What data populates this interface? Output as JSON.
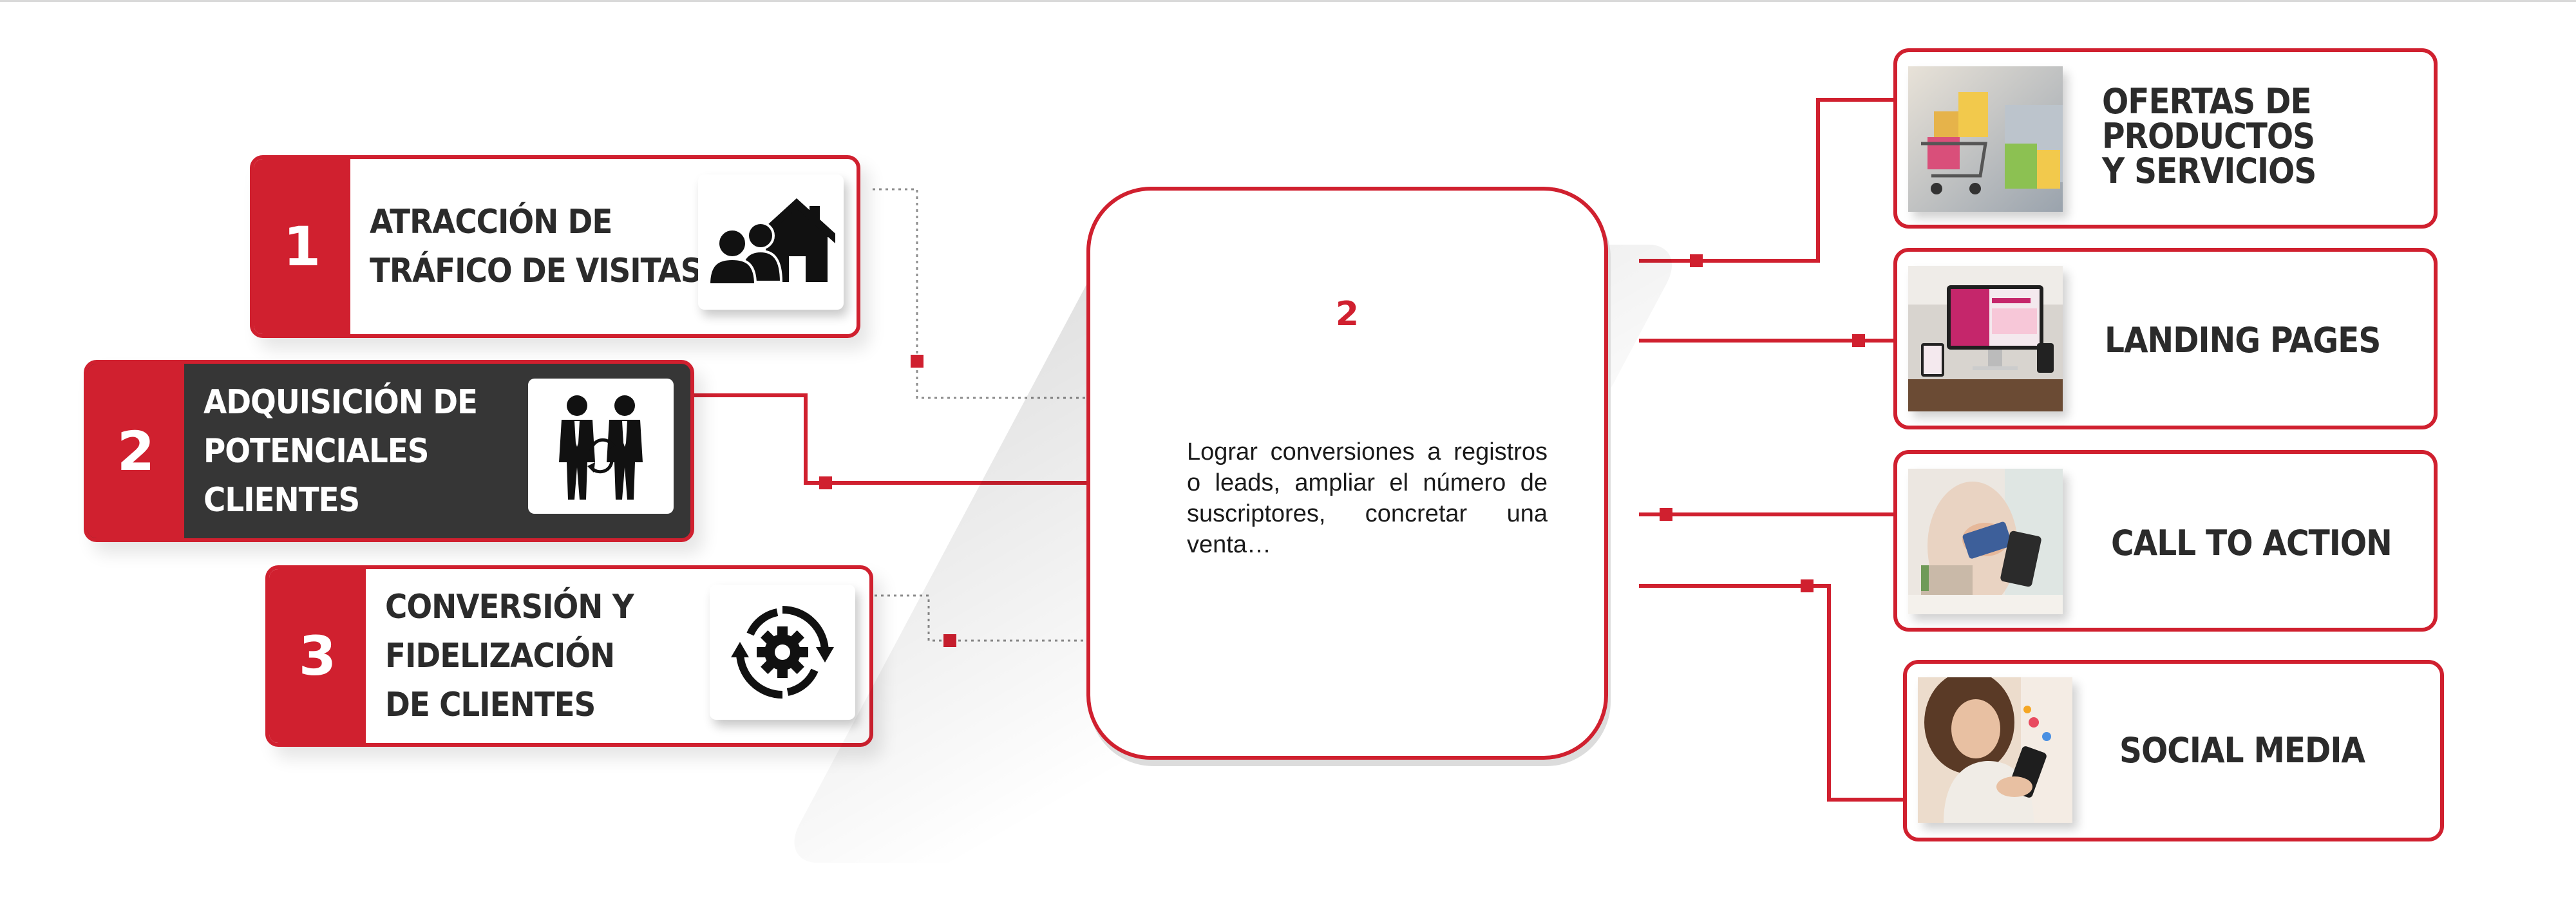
{
  "steps": [
    {
      "number": "1",
      "label": "ATRACCIÓN DE\nTRÁFICO DE VISITAS",
      "icon": "people-house-icon",
      "active": false
    },
    {
      "number": "2",
      "label": "ADQUISICIÓN DE\nPOTENCIALES\nCLIENTES",
      "icon": "business-exchange-icon",
      "active": true
    },
    {
      "number": "3",
      "label": "CONVERSIÓN Y\nFIDELIZACIÓN\nDE CLIENTES",
      "icon": "gear-cycle-icon",
      "active": false
    }
  ],
  "center": {
    "number": "2",
    "text": "Lograr conversiones a registros o leads, ampliar el número de suscriptores, concretar una venta…"
  },
  "features": [
    {
      "title": "OFERTAS DE\nPRODUCTOS\nY SERVICIOS",
      "image": "shopping-cart-photo"
    },
    {
      "title": "LANDING PAGES",
      "image": "desktop-computer-photo"
    },
    {
      "title": "CALL TO ACTION",
      "image": "card-payment-photo"
    },
    {
      "title": "SOCIAL MEDIA",
      "image": "smartphone-photo"
    }
  ],
  "colors": {
    "accent": "#d0202f",
    "dark": "#363636",
    "text": "#2b2b2b"
  }
}
